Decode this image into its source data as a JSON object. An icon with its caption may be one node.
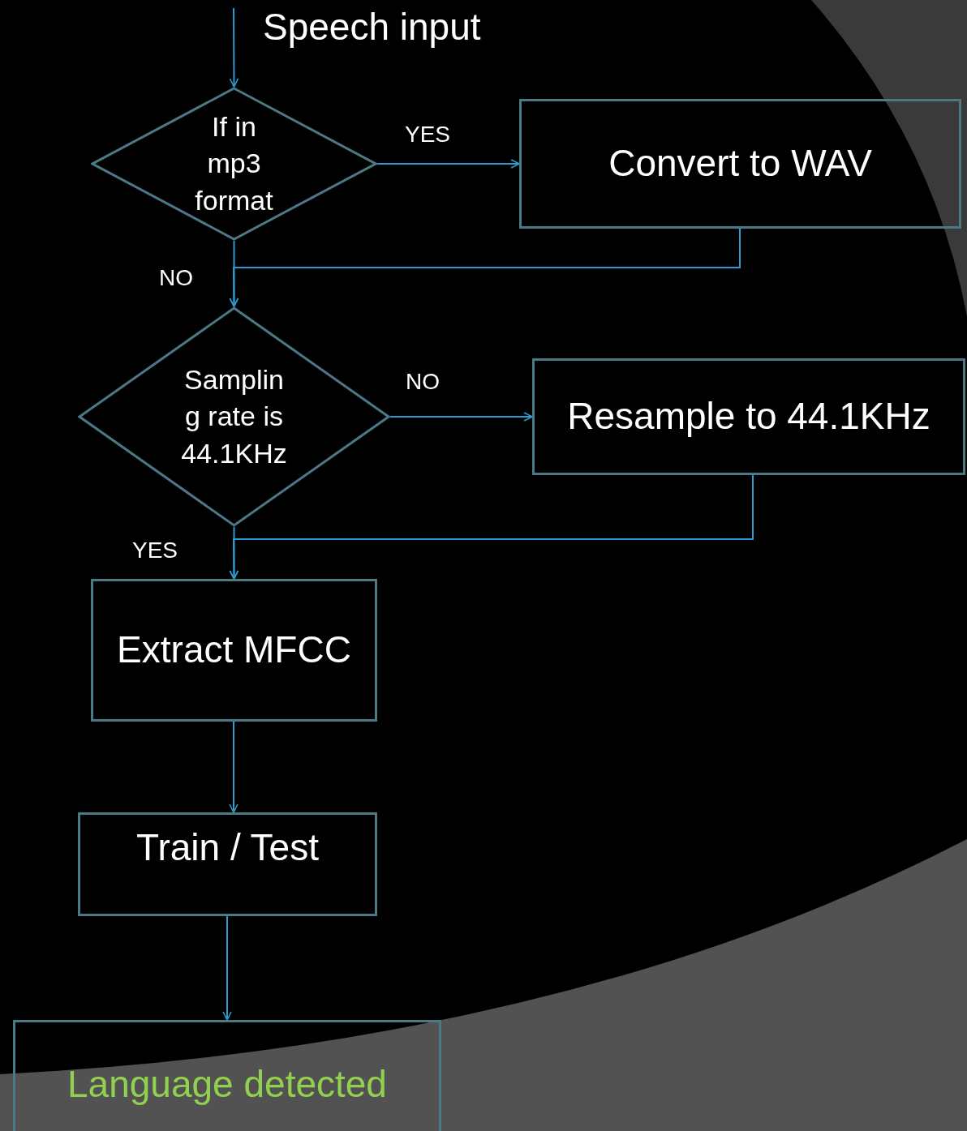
{
  "diagram": {
    "nodes": [
      {
        "text": [
          "If in mp3 format"
        ]
      },
      {
        "text": [
          "Convert to WAV"
        ]
      },
      {
        "text": [
          "Samplin g rate is 44.1KHz"
        ]
      },
      {
        "text": [
          "Resample to 44.1KHz"
        ]
      },
      {
        "text": [
          "Extract MFCC"
        ]
      },
      {
        "text": [
          "Train / Test"
        ]
      },
      {
        "text": [
          "Language detected"
        ]
      }
    ],
    "edges": [
      {
        "from": null,
        "to": 0,
        "arrow": "to"
      },
      {
        "from": 0,
        "to": 1,
        "arrow": "to",
        "label": "YES"
      },
      {
        "from": 0,
        "to": 2,
        "arrow": "to",
        "label": "NO"
      },
      {
        "from": 1,
        "to": 2,
        "arrow": "to"
      },
      {
        "from": 2,
        "to": 3,
        "arrow": "to",
        "label": "NO"
      },
      {
        "from": 2,
        "to": 4,
        "arrow": "to",
        "label": "YES"
      },
      {
        "from": 3,
        "to": 4,
        "arrow": "to"
      },
      {
        "from": 4,
        "to": 5,
        "arrow": "to"
      },
      {
        "from": 5,
        "to": 6,
        "arrow": "to"
      }
    ],
    "labels": [
      "Speech input"
    ]
  }
}
